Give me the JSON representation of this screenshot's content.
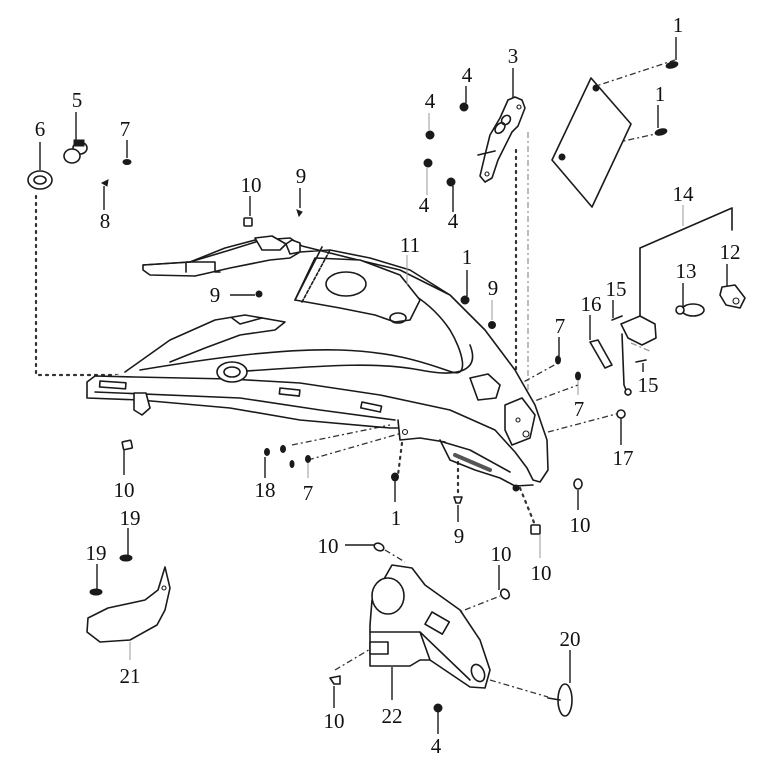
{
  "diagram": {
    "type": "exploded-parts-view",
    "colors": {
      "line": "#1a1a1a",
      "background": "#ffffff"
    },
    "callouts": {
      "c1a": "1",
      "c1b": "1",
      "c1c": "1",
      "c1d": "1",
      "c3": "3",
      "c4a": "4",
      "c4b": "4",
      "c4c": "4",
      "c4d": "4",
      "c4e": "4",
      "c5": "5",
      "c6": "6",
      "c7a": "7",
      "c7b": "7",
      "c7c": "7",
      "c7d": "7",
      "c8": "8",
      "c9a": "9",
      "c9b": "9",
      "c9c": "9",
      "c9d": "9",
      "c10a": "10",
      "c10b": "10",
      "c10c": "10",
      "c10d": "10",
      "c10e": "10",
      "c10f": "10",
      "c10g": "10",
      "c11": "11",
      "c12": "12",
      "c13": "13",
      "c14": "14",
      "c15a": "15",
      "c15b": "15",
      "c16": "16",
      "c17": "17",
      "c18": "18",
      "c19a": "19",
      "c19b": "19",
      "c20": "20",
      "c21": "21",
      "c22": "22"
    },
    "parts": [
      {
        "id": "rear-fender",
        "callout": "11"
      },
      {
        "id": "license-plate-bracket",
        "callout": "3"
      },
      {
        "id": "license-plate",
        "callout": "1"
      },
      {
        "id": "tail-light-housing",
        "callout": "22"
      },
      {
        "id": "front-mud-flap",
        "callout": "21"
      },
      {
        "id": "license-light-assembly",
        "callout": "14"
      },
      {
        "id": "reflector",
        "callout": "20"
      }
    ]
  }
}
